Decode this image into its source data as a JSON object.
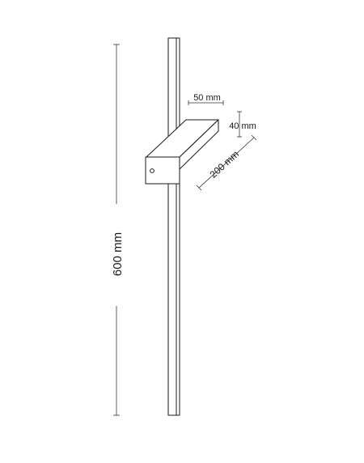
{
  "dimensions": {
    "height_label": "600 mm",
    "width_label": "50 mm",
    "thickness_label": "40 mm",
    "depth_label": "200 mm"
  },
  "colors": {
    "line": "#1a1a1a",
    "background": "#ffffff"
  },
  "icons": {
    "mounting_screw": "screw-icon"
  }
}
